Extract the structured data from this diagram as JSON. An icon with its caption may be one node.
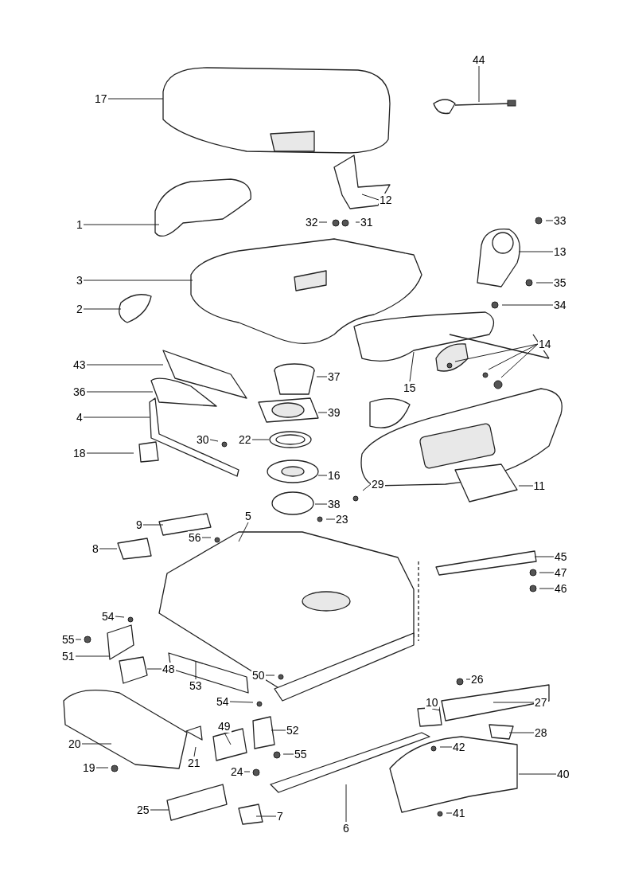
{
  "diagram": {
    "nodes": [
      {
        "text": [
          "44"
        ]
      },
      {
        "text": [
          "17"
        ]
      },
      {
        "text": [
          "12"
        ]
      },
      {
        "text": [
          "33"
        ]
      },
      {
        "text": [
          "32"
        ]
      },
      {
        "text": [
          "31"
        ]
      },
      {
        "text": [
          "1"
        ]
      },
      {
        "text": [
          "13"
        ]
      },
      {
        "text": [
          "3"
        ]
      },
      {
        "text": [
          "35"
        ]
      },
      {
        "text": [
          "34"
        ]
      },
      {
        "text": [
          "2"
        ]
      },
      {
        "text": [
          "14"
        ]
      },
      {
        "text": [
          "43"
        ]
      },
      {
        "text": [
          "37"
        ]
      },
      {
        "text": [
          "15"
        ]
      },
      {
        "text": [
          "36"
        ]
      },
      {
        "text": [
          "39"
        ]
      },
      {
        "text": [
          "4"
        ]
      },
      {
        "text": [
          "30"
        ]
      },
      {
        "text": [
          "22"
        ]
      },
      {
        "text": [
          "18"
        ]
      },
      {
        "text": [
          "16"
        ]
      },
      {
        "text": [
          "11"
        ]
      },
      {
        "text": [
          "29"
        ]
      },
      {
        "text": [
          "38"
        ]
      },
      {
        "text": [
          "5"
        ]
      },
      {
        "text": [
          "23"
        ]
      },
      {
        "text": [
          "9"
        ]
      },
      {
        "text": [
          "56"
        ]
      },
      {
        "text": [
          "8"
        ]
      },
      {
        "text": [
          "45"
        ]
      },
      {
        "text": [
          "47"
        ]
      },
      {
        "text": [
          "46"
        ]
      },
      {
        "text": [
          "54"
        ]
      },
      {
        "text": [
          "55"
        ]
      },
      {
        "text": [
          "51"
        ]
      },
      {
        "text": [
          "48"
        ]
      },
      {
        "text": [
          "50"
        ]
      },
      {
        "text": [
          "26"
        ]
      },
      {
        "text": [
          "53"
        ]
      },
      {
        "text": [
          "54"
        ]
      },
      {
        "text": [
          "10"
        ]
      },
      {
        "text": [
          "27"
        ]
      },
      {
        "text": [
          "49"
        ]
      },
      {
        "text": [
          "52"
        ]
      },
      {
        "text": [
          "28"
        ]
      },
      {
        "text": [
          "20"
        ]
      },
      {
        "text": [
          "42"
        ]
      },
      {
        "text": [
          "55"
        ]
      },
      {
        "text": [
          "21"
        ]
      },
      {
        "text": [
          "19"
        ]
      },
      {
        "text": [
          "24"
        ]
      },
      {
        "text": [
          "40"
        ]
      },
      {
        "text": [
          "25"
        ]
      },
      {
        "text": [
          "7"
        ]
      },
      {
        "text": [
          "41"
        ]
      },
      {
        "text": [
          "6"
        ]
      }
    ],
    "edges": [
      {
        "from": 0,
        "to": null,
        "arrow": "none"
      },
      {
        "from": 1,
        "to": null,
        "arrow": "none"
      },
      {
        "from": 2,
        "to": null,
        "arrow": "none"
      },
      {
        "from": 3,
        "to": null,
        "arrow": "none"
      },
      {
        "from": 4,
        "to": null,
        "arrow": "none"
      },
      {
        "from": 5,
        "to": null,
        "arrow": "none"
      },
      {
        "from": 6,
        "to": null,
        "arrow": "none"
      },
      {
        "from": 7,
        "to": null,
        "arrow": "none"
      },
      {
        "from": 8,
        "to": null,
        "arrow": "none"
      },
      {
        "from": 9,
        "to": null,
        "arrow": "none"
      },
      {
        "from": 10,
        "to": null,
        "arrow": "none"
      },
      {
        "from": 11,
        "to": null,
        "arrow": "none"
      },
      {
        "from": 12,
        "to": null,
        "arrow": "none"
      },
      {
        "from": 12,
        "to": null,
        "arrow": "none"
      },
      {
        "from": 12,
        "to": null,
        "arrow": "none"
      },
      {
        "from": 13,
        "to": null,
        "arrow": "none"
      },
      {
        "from": 14,
        "to": null,
        "arrow": "none"
      },
      {
        "from": 15,
        "to": null,
        "arrow": "none"
      },
      {
        "from": 16,
        "to": null,
        "arrow": "none"
      },
      {
        "from": 17,
        "to": null,
        "arrow": "none"
      },
      {
        "from": 18,
        "to": null,
        "arrow": "none"
      },
      {
        "from": 19,
        "to": null,
        "arrow": "none"
      },
      {
        "from": 20,
        "to": null,
        "arrow": "none"
      },
      {
        "from": 21,
        "to": null,
        "arrow": "none"
      },
      {
        "from": 22,
        "to": null,
        "arrow": "none"
      },
      {
        "from": 23,
        "to": null,
        "arrow": "none"
      },
      {
        "from": 24,
        "to": null,
        "arrow": "none"
      },
      {
        "from": 25,
        "to": null,
        "arrow": "none"
      },
      {
        "from": 26,
        "to": null,
        "arrow": "none"
      },
      {
        "from": 27,
        "to": null,
        "arrow": "none"
      },
      {
        "from": 28,
        "to": null,
        "arrow": "none"
      },
      {
        "from": 29,
        "to": null,
        "arrow": "none"
      },
      {
        "from": 30,
        "to": null,
        "arrow": "none"
      },
      {
        "from": 31,
        "to": null,
        "arrow": "none"
      },
      {
        "from": 32,
        "to": null,
        "arrow": "none"
      },
      {
        "from": 33,
        "to": null,
        "arrow": "none"
      },
      {
        "from": 34,
        "to": null,
        "arrow": "none"
      },
      {
        "from": 35,
        "to": null,
        "arrow": "none"
      },
      {
        "from": 36,
        "to": null,
        "arrow": "none"
      },
      {
        "from": 37,
        "to": null,
        "arrow": "none"
      },
      {
        "from": 38,
        "to": null,
        "arrow": "none"
      },
      {
        "from": 39,
        "to": null,
        "arrow": "none"
      },
      {
        "from": 40,
        "to": null,
        "arrow": "none"
      },
      {
        "from": 41,
        "to": null,
        "arrow": "none"
      },
      {
        "from": 42,
        "to": null,
        "arrow": "none"
      },
      {
        "from": 43,
        "to": null,
        "arrow": "none"
      },
      {
        "from": 44,
        "to": null,
        "arrow": "none"
      },
      {
        "from": 45,
        "to": null,
        "arrow": "none"
      },
      {
        "from": 46,
        "to": null,
        "arrow": "none"
      },
      {
        "from": 47,
        "to": null,
        "arrow": "none"
      },
      {
        "from": 48,
        "to": null,
        "arrow": "none"
      },
      {
        "from": 49,
        "to": null,
        "arrow": "none"
      },
      {
        "from": 50,
        "to": null,
        "arrow": "none"
      },
      {
        "from": 51,
        "to": null,
        "arrow": "none"
      },
      {
        "from": 52,
        "to": null,
        "arrow": "none"
      },
      {
        "from": 53,
        "to": null,
        "arrow": "none"
      },
      {
        "from": 54,
        "to": null,
        "arrow": "none"
      },
      {
        "from": 55,
        "to": null,
        "arrow": "none"
      },
      {
        "from": 56,
        "to": null,
        "arrow": "none"
      },
      {
        "from": 57,
        "to": null,
        "arrow": "none"
      }
    ]
  }
}
